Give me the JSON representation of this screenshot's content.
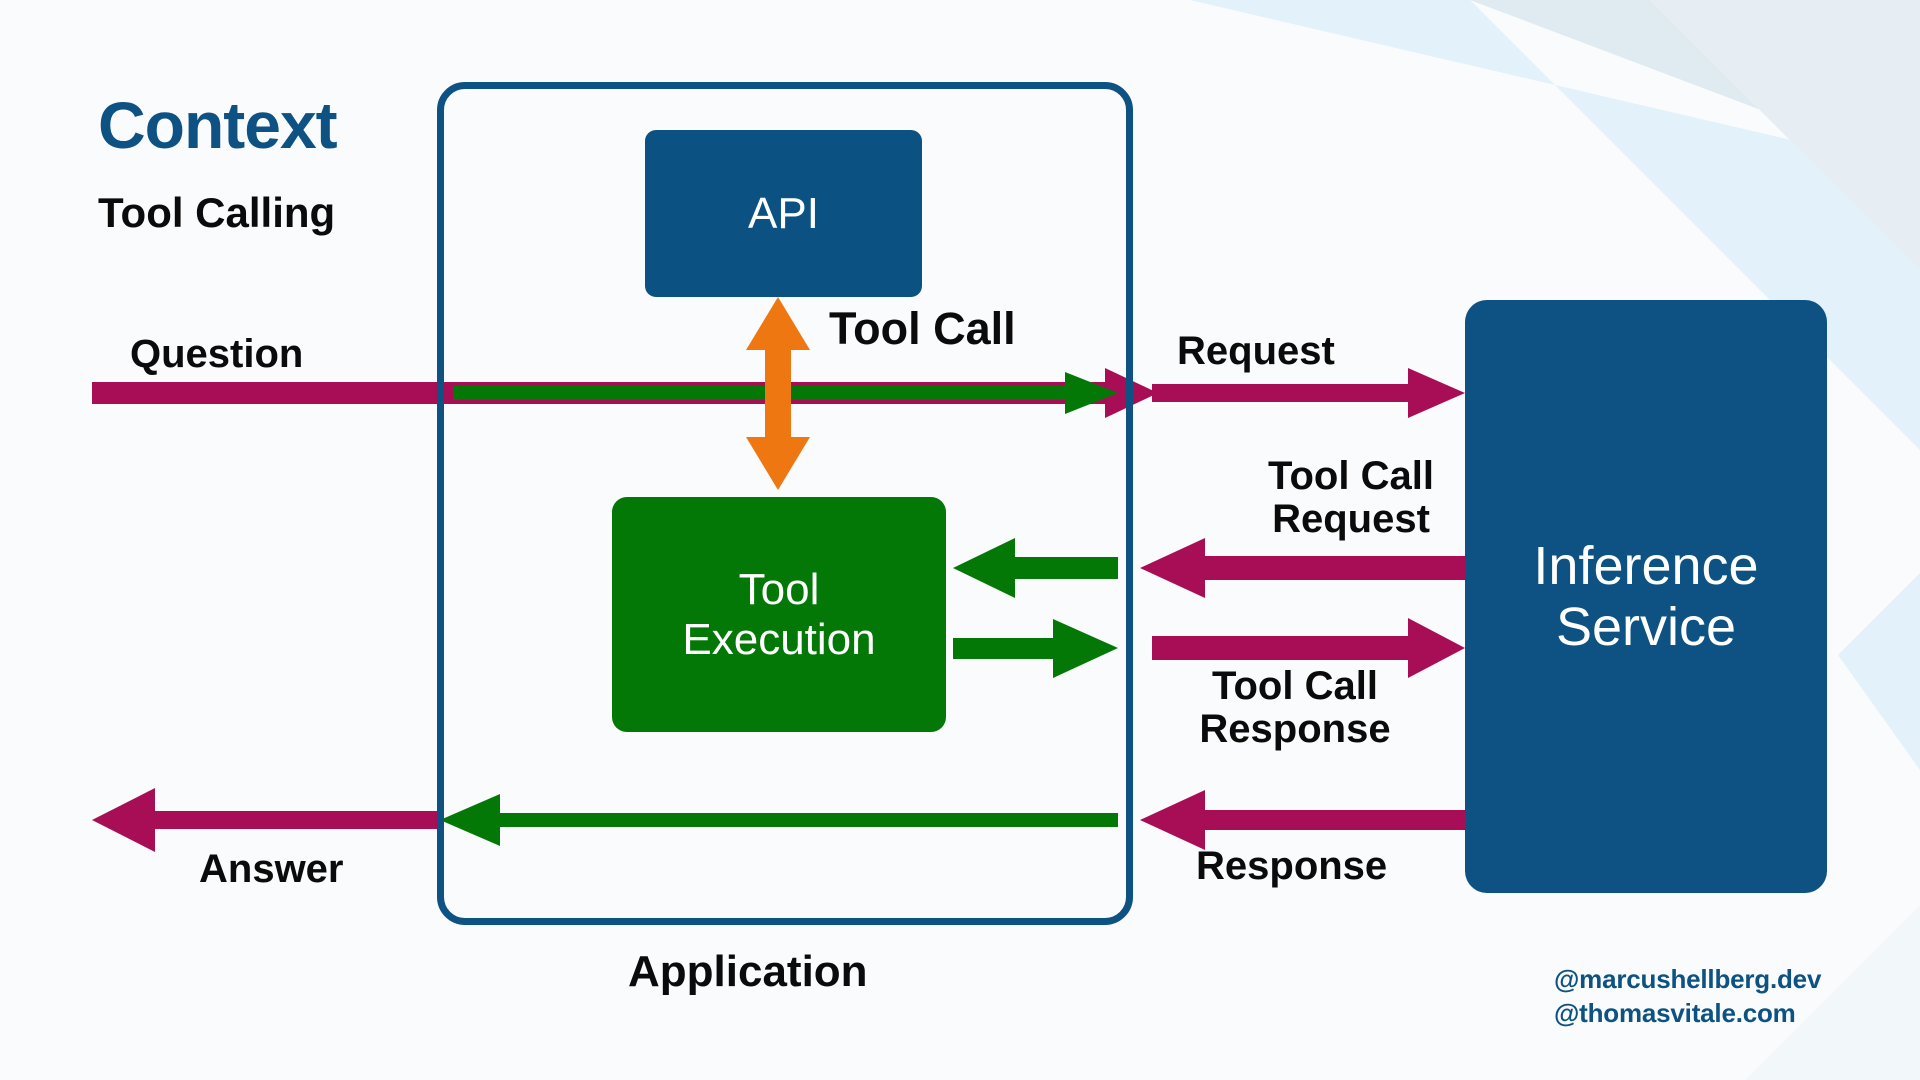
{
  "slide": {
    "title": "Context",
    "subtitle": "Tool Calling",
    "background_color": "#fafbfc",
    "accent_blue": "#0d5282",
    "accent_green": "#047807",
    "accent_magenta": "#a80e55",
    "accent_orange": "#ee7711"
  },
  "diagram": {
    "type": "flow",
    "boxes": [
      {
        "id": "application",
        "label": "Application",
        "style": "outlined",
        "color": "#0d5282"
      },
      {
        "id": "api",
        "label": "API",
        "style": "filled",
        "color": "#0b5283"
      },
      {
        "id": "tool_execution",
        "label": "Tool\nExecution",
        "line1": "Tool",
        "line2": "Execution",
        "style": "filled",
        "color": "#047807"
      },
      {
        "id": "inference_service",
        "label": "Inference Service",
        "line1": "Inference",
        "line2": "Service",
        "style": "filled",
        "color": "#0d5282"
      }
    ],
    "arrows": [
      {
        "id": "question",
        "label": "Question",
        "color": "#a80e55",
        "direction": "right",
        "from": "user",
        "to": "application"
      },
      {
        "id": "prompt",
        "label": "",
        "color": "#047807",
        "direction": "right",
        "from": "application-in",
        "to": "application-out"
      },
      {
        "id": "tool_call",
        "label": "Tool Call",
        "color": "#ee7711",
        "direction": "both",
        "from": "api",
        "to": "tool_execution"
      },
      {
        "id": "request",
        "label": "Request",
        "color": "#a80e55",
        "direction": "right",
        "from": "application",
        "to": "inference_service"
      },
      {
        "id": "tool_call_request",
        "label": "Tool Call Request",
        "line1": "Tool Call",
        "line2": "Request",
        "color": "#a80e55",
        "direction": "left",
        "from": "inference_service",
        "to": "application"
      },
      {
        "id": "tool_call_request_inner",
        "label": "",
        "color": "#047807",
        "direction": "left",
        "from": "application-edge",
        "to": "tool_execution"
      },
      {
        "id": "tool_call_response",
        "label": "Tool Call Response",
        "line1": "Tool Call",
        "line2": "Response",
        "color": "#a80e55",
        "direction": "right",
        "from": "application",
        "to": "inference_service"
      },
      {
        "id": "tool_call_response_inner",
        "label": "",
        "color": "#047807",
        "direction": "right",
        "from": "tool_execution",
        "to": "application-edge"
      },
      {
        "id": "response",
        "label": "Response",
        "color": "#a80e55",
        "direction": "left",
        "from": "inference_service",
        "to": "application"
      },
      {
        "id": "answer",
        "label": "Answer",
        "color": "#a80e55",
        "direction": "left",
        "from": "application",
        "to": "user"
      },
      {
        "id": "answer_inner",
        "label": "",
        "color": "#047807",
        "direction": "left",
        "from": "application-right",
        "to": "application-left"
      }
    ]
  },
  "footer": {
    "handle_1": "@marcushellberg.dev",
    "handle_2": "@thomasvitale.com"
  }
}
